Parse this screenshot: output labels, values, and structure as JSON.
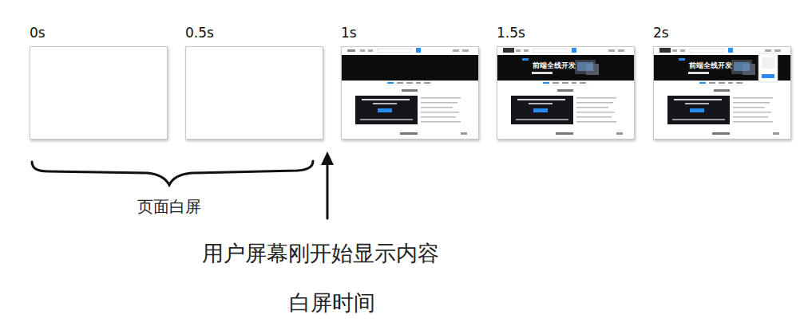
{
  "diagram": {
    "nodes": [
      {
        "text": [
          "0s"
        ]
      },
      {
        "text": [
          "0.5s"
        ]
      },
      {
        "text": [
          "1s"
        ]
      },
      {
        "text": [
          "1.5s",
          "前端全线开发"
        ]
      },
      {
        "text": [
          "2s",
          "前端全线开发"
        ]
      }
    ],
    "labels": [
      "页面白屏",
      "用户屏幕刚开始显示内容",
      "白屏时间"
    ]
  }
}
